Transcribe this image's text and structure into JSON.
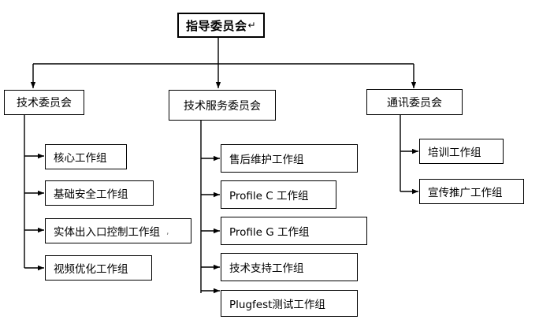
{
  "diagram": {
    "type": "organization-chart",
    "title_text": "指导委员会",
    "root": {
      "label": "指导委员会",
      "suffix_mark": "↵"
    },
    "branches": [
      {
        "label": "技术委员会",
        "children": [
          {
            "label": "核心工作组"
          },
          {
            "label": "基础安全工作组"
          },
          {
            "label": "实体出入口控制工作组",
            "trailing_mark": ","
          },
          {
            "label": "视频优化工作组"
          }
        ]
      },
      {
        "label": "技术服务委员会",
        "children": [
          {
            "label": "售后维护工作组"
          },
          {
            "label": "Profile C 工作组"
          },
          {
            "label": "Profile G 工作组"
          },
          {
            "label": "技术支持工作组"
          },
          {
            "label": "Plugfest测试工作组"
          }
        ]
      },
      {
        "label": "通讯委员会",
        "children": [
          {
            "label": "培训工作组"
          },
          {
            "label": "宣传推广工作组"
          }
        ]
      }
    ],
    "colors": {
      "background": "#ffffff",
      "stroke": "#000000",
      "text": "#000000",
      "faint_mark": "#7a7a7a"
    }
  }
}
